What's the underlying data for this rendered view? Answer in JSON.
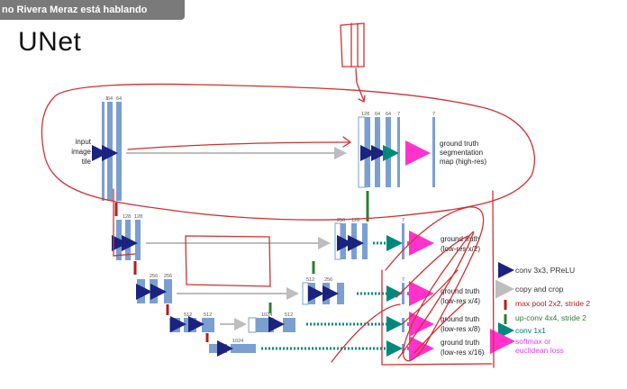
{
  "speaker_banner": "no Rivera Meraz está hablando",
  "slide_title": "UNet",
  "input_label": [
    "input",
    "image",
    "tile"
  ],
  "ground_truth_labels": [
    [
      "ground truth",
      "segmentation",
      "map (high-res)"
    ],
    [
      "ground truth",
      "(low-res  x/2)"
    ],
    [
      "ground truth",
      "(low-res  x/4)"
    ],
    [
      "ground truth",
      "(low-res  x/8)"
    ],
    [
      "ground truth",
      "(low-res  x/16)"
    ]
  ],
  "channel_labels": {
    "l1_down": [
      "1",
      "64",
      "64"
    ],
    "l1_up": [
      "128",
      "64",
      "64",
      "7",
      "7"
    ],
    "l2_down": [
      "128",
      "128"
    ],
    "l2_up": [
      "256",
      "128",
      "7"
    ],
    "l3_down": [
      "256",
      "256"
    ],
    "l3_up": [
      "512",
      "256",
      "7"
    ],
    "l4_down": [
      "512",
      "512"
    ],
    "l4_mid": "1024",
    "l4_up": [
      "512"
    ],
    "l5": [
      "1024"
    ]
  },
  "legend": [
    {
      "text": "conv 3x3, PReLU",
      "color": "#1a237e",
      "text_color": "#333333"
    },
    {
      "text": "copy and crop",
      "color": "#9e9e9e",
      "text_color": "#333333"
    },
    {
      "text": "max pool 2x2, stride 2",
      "color": "#b71c1c",
      "text_color": "#b71c1c"
    },
    {
      "text": "up-conv 4x4, stride 2",
      "color": "#2e7d32",
      "text_color": "#2e7d32"
    },
    {
      "text": "conv 1x1",
      "color": "#00897b",
      "text_color": "#00796b"
    },
    {
      "text": "softmax or",
      "color": "#ff33cc",
      "text_color": "#e040fb"
    },
    {
      "text": "euclidean loss",
      "color": "",
      "text_color": "#e040fb"
    }
  ],
  "colors": {
    "block": "#7b9fd0",
    "block_dark": "#5a7fb5",
    "annotation": "#d32f2f",
    "copy_arrow": "#bdbdbd"
  }
}
